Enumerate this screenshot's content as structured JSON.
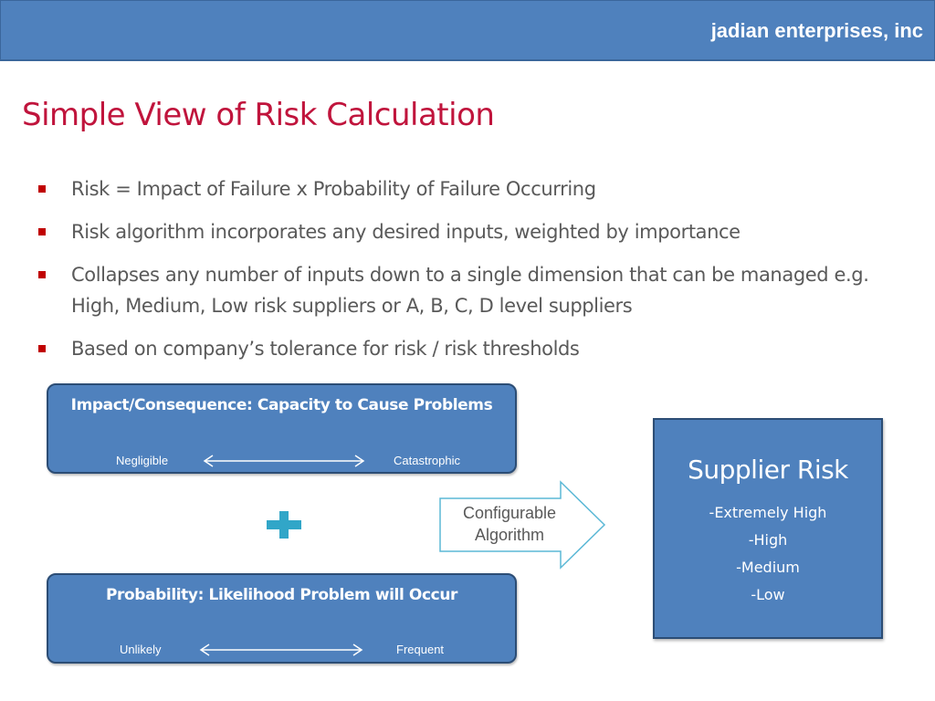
{
  "header": {
    "company": "jadian enterprises, inc"
  },
  "slide": {
    "title": "Simple View of Risk Calculation",
    "bullets": [
      "Risk = Impact of Failure x Probability of Failure Occurring",
      "Risk algorithm incorporates any desired inputs, weighted by importance",
      "Collapses any number of inputs down to a single dimension that can be managed e.g. High, Medium, Low risk suppliers or A, B, C, D level suppliers",
      "Based on company’s tolerance for risk / risk thresholds"
    ]
  },
  "diagram": {
    "impact": {
      "title": "Impact/Consequence: Capacity to Cause Problems",
      "low": "Negligible",
      "high": "Catastrophic"
    },
    "probability": {
      "title": "Probability: Likelihood Problem will Occur",
      "low": "Unlikely",
      "high": "Frequent"
    },
    "algorithm": {
      "line1": "Configurable",
      "line2": "Algorithm"
    },
    "supplier_risk": {
      "title": "Supplier Risk",
      "levels": [
        "-Extremely High",
        "-High",
        "-Medium",
        "-Low"
      ]
    },
    "colors": {
      "box": "#4f81bd",
      "plus": "#31a6c8",
      "bullet": "#c00000",
      "title": "#c0143c"
    }
  }
}
